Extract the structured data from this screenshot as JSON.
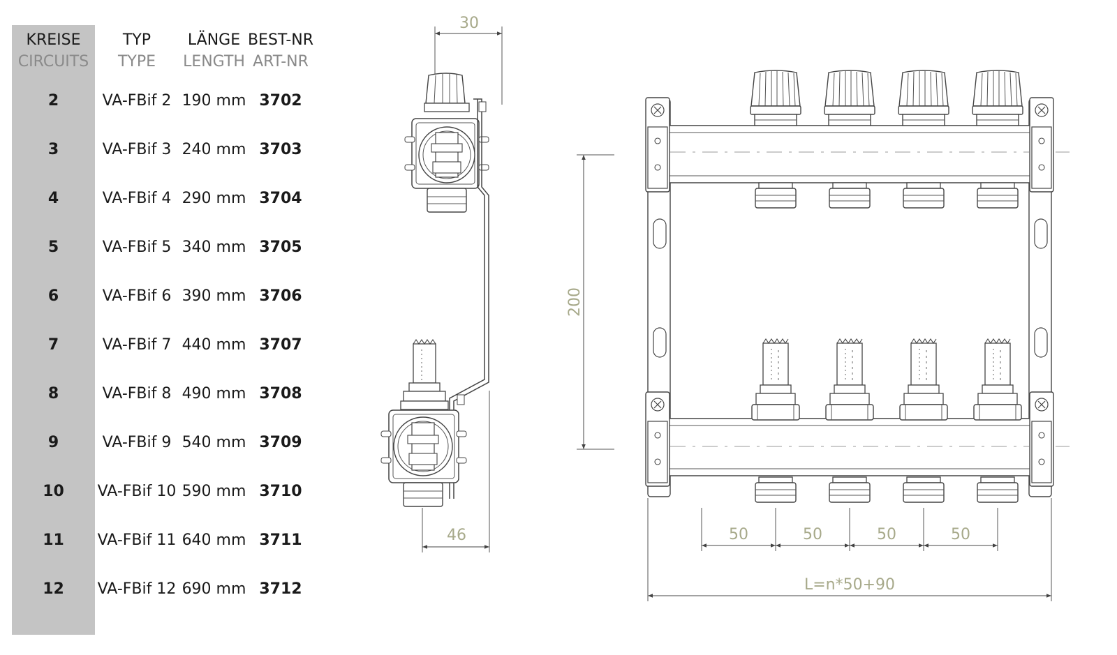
{
  "table": {
    "headers": {
      "circuits": {
        "de": "KREISE",
        "en": "CIRCUITS"
      },
      "type": {
        "de": "TYP",
        "en": "TYPE"
      },
      "length": {
        "de": "LÄNGE",
        "en": "LENGTH"
      },
      "art_nr": {
        "de": "BEST-NR",
        "en": "ART-NR"
      }
    },
    "rows": [
      {
        "circuits": "2",
        "type": "VA-FBif 2",
        "length": "190 mm",
        "art_nr": "3702"
      },
      {
        "circuits": "3",
        "type": "VA-FBif 3",
        "length": "240 mm",
        "art_nr": "3703"
      },
      {
        "circuits": "4",
        "type": "VA-FBif 4",
        "length": "290 mm",
        "art_nr": "3704"
      },
      {
        "circuits": "5",
        "type": "VA-FBif 5",
        "length": "340 mm",
        "art_nr": "3705"
      },
      {
        "circuits": "6",
        "type": "VA-FBif 6",
        "length": "390 mm",
        "art_nr": "3706"
      },
      {
        "circuits": "7",
        "type": "VA-FBif 7",
        "length": "440 mm",
        "art_nr": "3707"
      },
      {
        "circuits": "8",
        "type": "VA-FBif 8",
        "length": "490 mm",
        "art_nr": "3708"
      },
      {
        "circuits": "9",
        "type": "VA-FBif 9",
        "length": "540 mm",
        "art_nr": "3709"
      },
      {
        "circuits": "10",
        "type": "VA-FBif 10",
        "length": "590 mm",
        "art_nr": "3710"
      },
      {
        "circuits": "11",
        "type": "VA-FBif 11",
        "length": "640 mm",
        "art_nr": "3711"
      },
      {
        "circuits": "12",
        "type": "VA-FBif 12",
        "length": "690 mm",
        "art_nr": "3712"
      }
    ]
  },
  "side_view": {
    "dim_top": "30",
    "dim_bottom": "46"
  },
  "front_view": {
    "dim_height": "200",
    "dim_spacing": [
      "50",
      "50",
      "50",
      "50"
    ],
    "dim_total": "L=n*50+90"
  },
  "colors": {
    "circuits_column_bg": "#c4c4c4",
    "dimension_text": "#a7a98a",
    "line": "#555555"
  }
}
